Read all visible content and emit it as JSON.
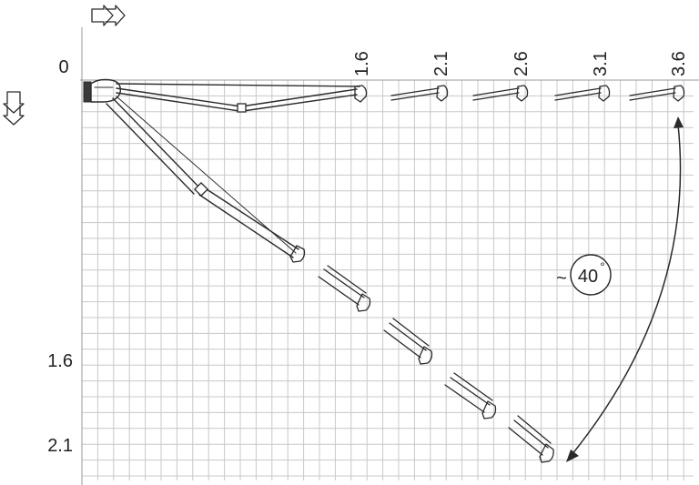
{
  "axis_labels": {
    "origin": "0",
    "horizontal_ticks": [
      "1.6",
      "2.1",
      "2.6",
      "3.1",
      "3.6"
    ],
    "vertical_ticks": [
      "1.6",
      "2.1"
    ]
  },
  "angle_label": {
    "prefix": "~",
    "value": "40",
    "unit": "°"
  },
  "icons": {
    "horizontal_direction": "double-arrow-right-icon",
    "vertical_direction": "double-arrow-down-icon"
  },
  "colors": {
    "line": "#2a2a2a",
    "grid": "#c8c8c8"
  }
}
